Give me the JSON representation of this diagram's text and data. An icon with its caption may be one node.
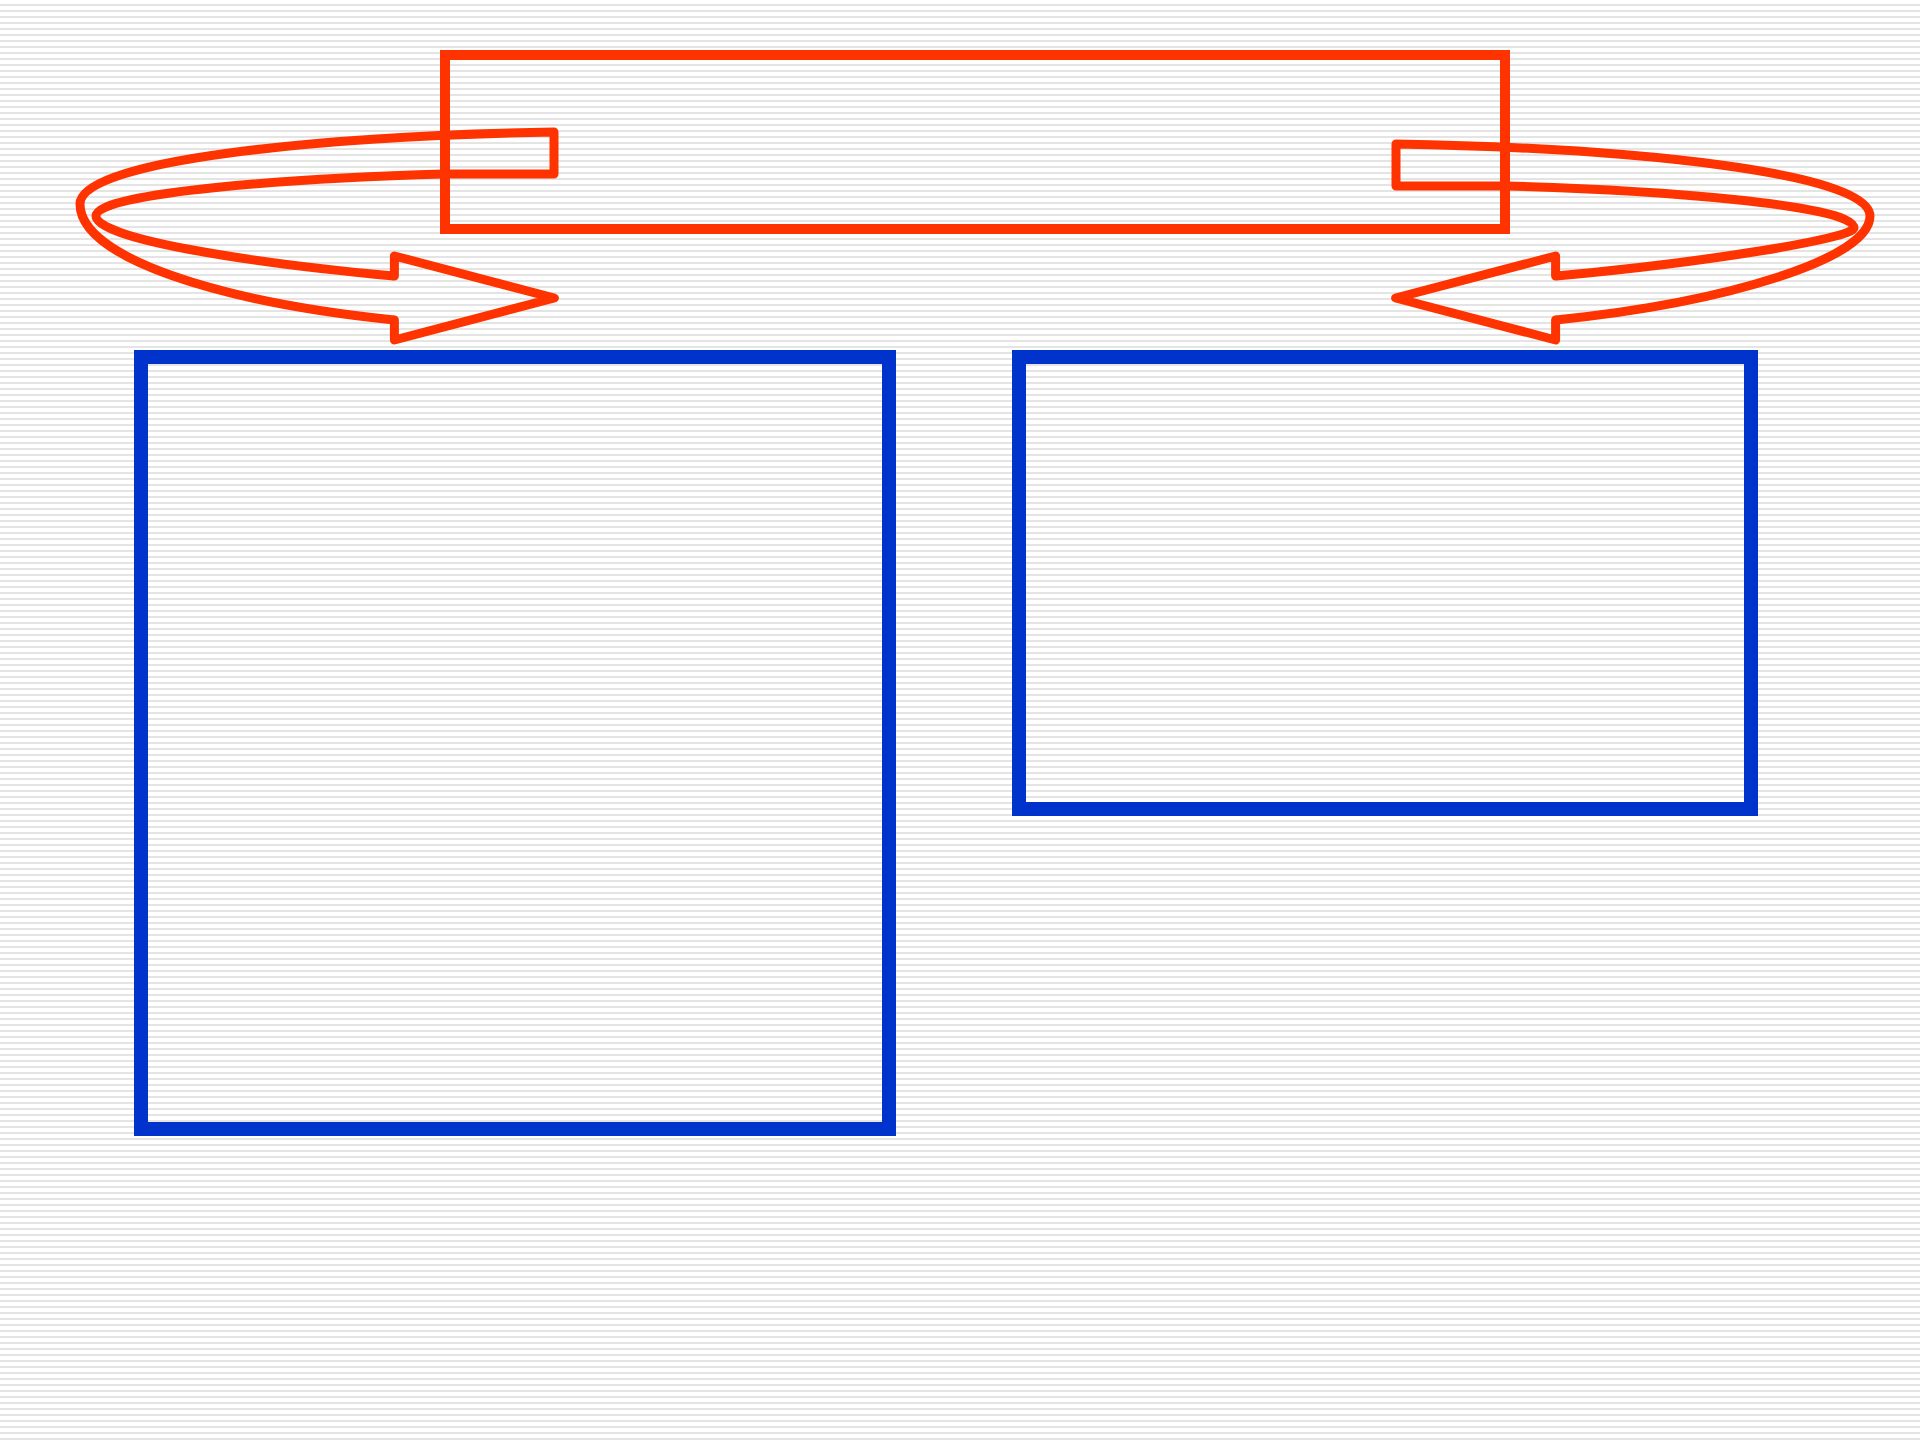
{
  "diagram": {
    "nodes": [
      {
        "text": [],
        "shape": "box"
      },
      {
        "text": [],
        "shape": "box"
      },
      {
        "text": [],
        "shape": "box"
      }
    ],
    "edges": [
      {
        "from": 0,
        "to": 1,
        "arrow": "to",
        "color": "#ff3300"
      },
      {
        "from": 0,
        "to": 2,
        "arrow": "to",
        "color": "#ff3300"
      }
    ]
  }
}
